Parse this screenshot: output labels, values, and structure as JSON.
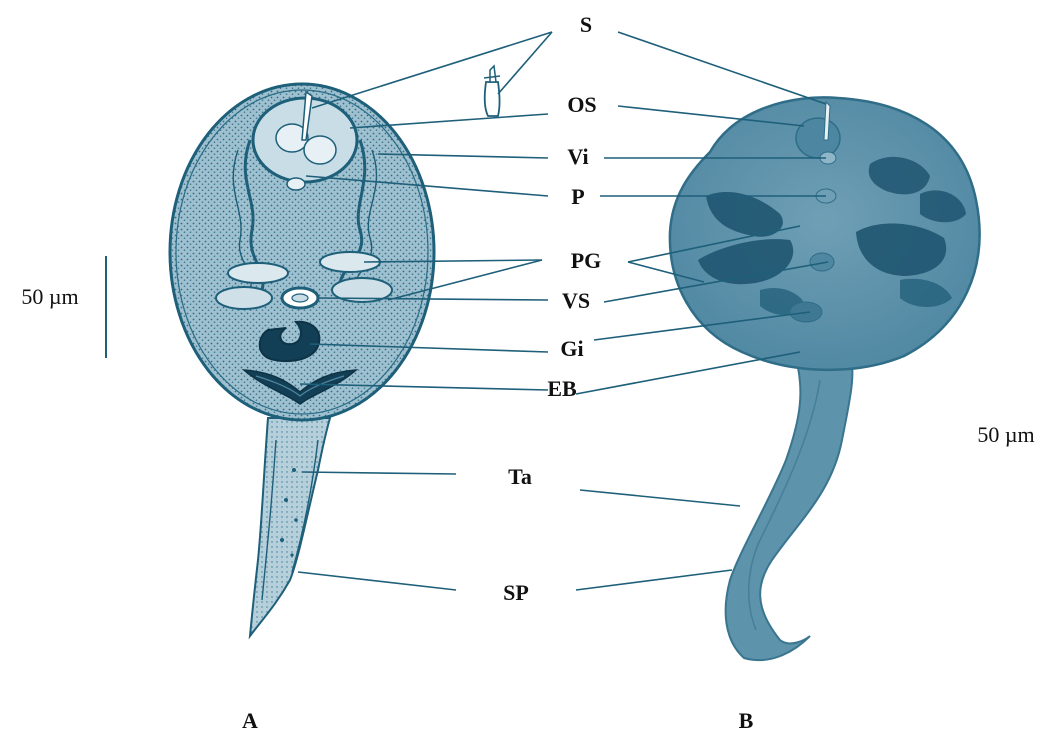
{
  "labels": {
    "s": "S",
    "os": "OS",
    "vi": "Vi",
    "p": "P",
    "pg": "PG",
    "vs": "VS",
    "gi": "Gi",
    "eb": "EB",
    "ta": "Ta",
    "sp": "SP"
  },
  "scale_bars": {
    "left": "50 µm",
    "right": "50 µm"
  },
  "panels": {
    "a": "A",
    "b": "B"
  },
  "colors": {
    "drawing_outline": "#1e5f7a",
    "drawing_fill": "#7fa8ba",
    "photo_body": "#5d93ab",
    "photo_dark": "#1f5570",
    "leader": "#1e5f7a"
  }
}
